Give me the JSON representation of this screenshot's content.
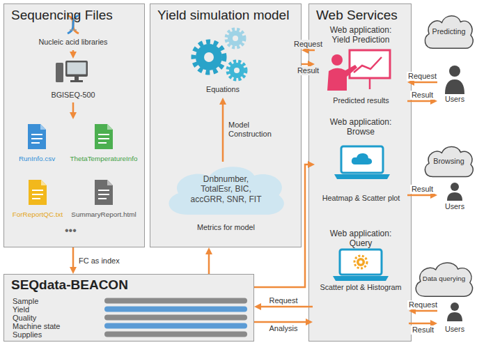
{
  "diagram": {
    "nodes": [
      {
        "text": [
          "Sequencing Files"
        ]
      },
      {
        "text": [
          "Nucleic acid libraries"
        ],
        "in": 0
      },
      {
        "text": [
          "BGISEQ-500"
        ],
        "in": 0
      },
      {
        "text": [
          "RunInfo.csv"
        ],
        "in": 0
      },
      {
        "text": [
          "ThetaTemperatureInfo"
        ],
        "in": 0
      },
      {
        "text": [
          "ForReportQC.txt"
        ],
        "in": 0
      },
      {
        "text": [
          "SummaryReport.html"
        ],
        "in": 0
      },
      {
        "text": [
          "Yield simulation model"
        ]
      },
      {
        "text": [
          "Equations"
        ],
        "in": 7
      },
      {
        "text": [
          "Dnbnumber, TotalEsr, BIC, accGRR, SNR, FIT",
          "Metrics for model"
        ],
        "in": 7
      },
      {
        "text": [
          "Web Services"
        ]
      },
      {
        "text": [
          "Web application: Yield Prediction",
          "Predicted results"
        ],
        "in": 10
      },
      {
        "text": [
          "Web application: Browse",
          "Heatmap & Scatter plot"
        ],
        "in": 10
      },
      {
        "text": [
          "Web application: Query",
          "Scatter plot & Histogram"
        ],
        "in": 10
      },
      {
        "text": [
          "Predicting"
        ]
      },
      {
        "text": [
          "Users"
        ]
      },
      {
        "text": [
          "Browsing"
        ]
      },
      {
        "text": [
          "Users"
        ]
      },
      {
        "text": [
          "Data querying"
        ]
      },
      {
        "text": [
          "Users"
        ]
      },
      {
        "text": [
          "SEQdata-BEACON",
          "Sample",
          "Yield",
          "Quality",
          "Machine state",
          "Supplies"
        ]
      }
    ],
    "edges": [
      {
        "from": 1,
        "to": 2,
        "arrow": "to"
      },
      {
        "from": 0,
        "to": 20,
        "label": "FC as index",
        "arrow": "to"
      },
      {
        "from": 9,
        "to": 8,
        "label": "Model Construction",
        "arrow": "to"
      },
      {
        "from": 20,
        "to": 7,
        "arrow": "to"
      },
      {
        "from": 11,
        "to": 7,
        "label": "Request",
        "arrow": "to"
      },
      {
        "from": 7,
        "to": 11,
        "label": "Result",
        "arrow": "to"
      },
      {
        "from": 20,
        "to": 12,
        "arrow": "to"
      },
      {
        "from": 13,
        "to": 20,
        "label": "Request",
        "arrow": "to"
      },
      {
        "from": 20,
        "to": 13,
        "label": "Analysis",
        "arrow": "to"
      },
      {
        "from": 15,
        "to": 11,
        "label": "Request",
        "arrow": "to"
      },
      {
        "from": 11,
        "to": 15,
        "label": "Result",
        "arrow": "to"
      },
      {
        "from": 12,
        "to": 17,
        "label": "Result",
        "arrow": "to"
      },
      {
        "from": 19,
        "to": 13,
        "label": "Request",
        "arrow": "to"
      },
      {
        "from": 13,
        "to": 19,
        "label": "Result",
        "arrow": "to"
      }
    ],
    "labels": [
      "•••"
    ]
  }
}
